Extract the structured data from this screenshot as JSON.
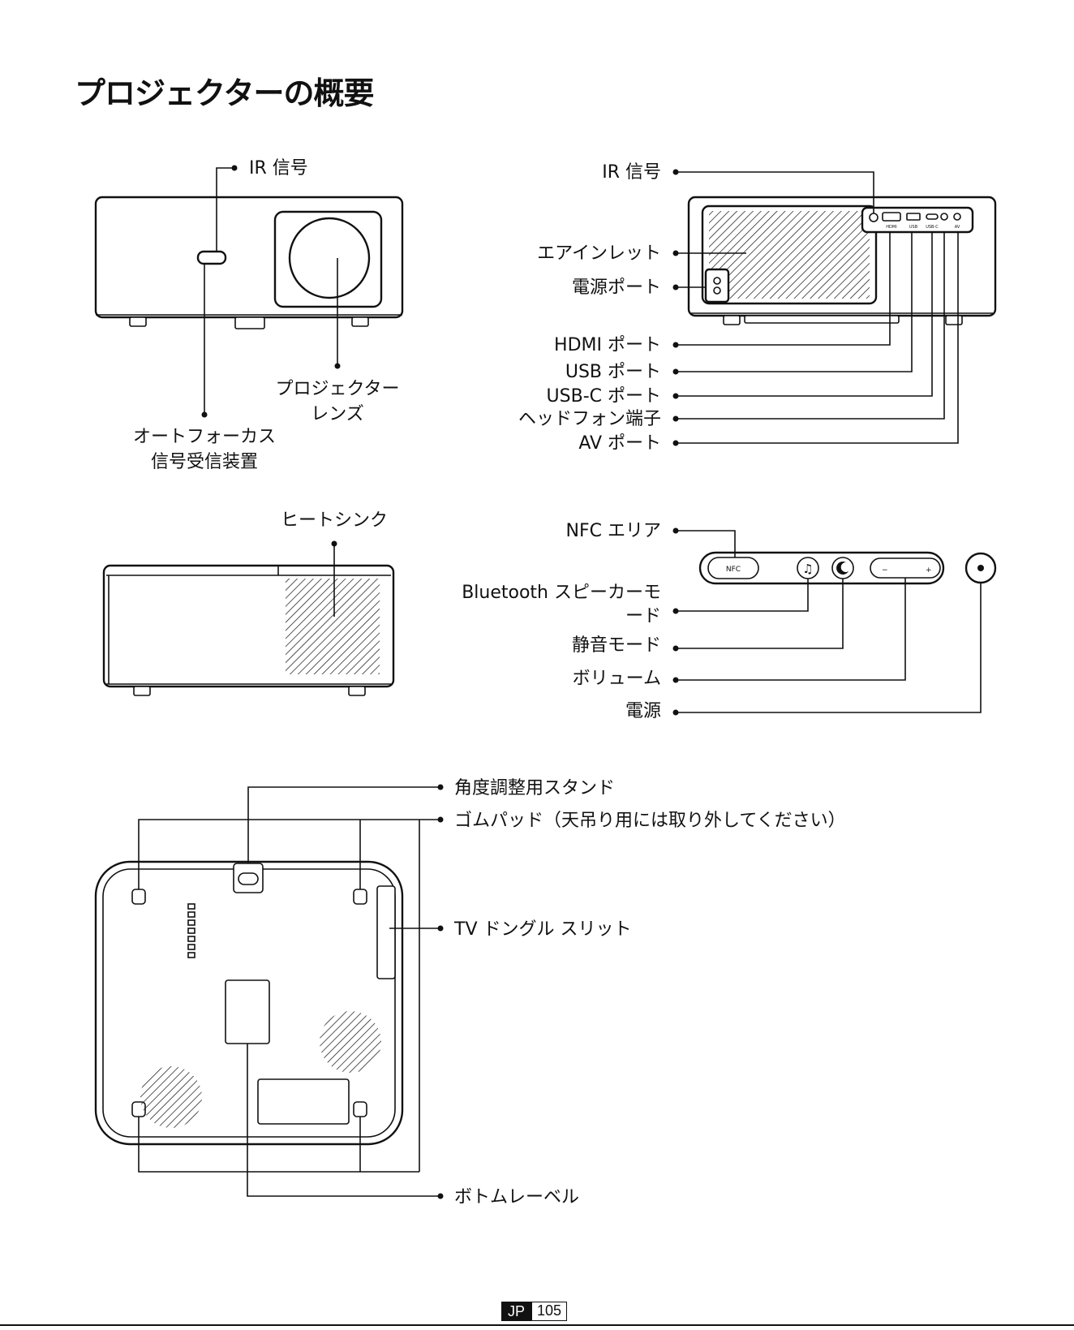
{
  "title": "プロジェクターの概要",
  "front_view": {
    "ir_signal": "IR 信号",
    "autofocus_line1": "オートフォーカス",
    "autofocus_line2": "信号受信装置",
    "lens_line1": "プロジェクター",
    "lens_line2": "レンズ"
  },
  "rear_view": {
    "ir_signal": "IR 信号",
    "air_inlet": "エアインレット",
    "power_port": "電源ポート",
    "hdmi_port": "HDMI ポート",
    "usb_port": "USB ポート",
    "usbc_port": "USB-C ポート",
    "headphone_jack": "ヘッドフォン端子",
    "av_port": "AV ポート",
    "port_marks": [
      "HDMI",
      "USB",
      "USB-C",
      "AV"
    ]
  },
  "side_view": {
    "heat_sink": "ヒートシンク"
  },
  "top_panel": {
    "nfc_area": "NFC エリア",
    "nfc_badge": "NFC",
    "bt_line1": "Bluetooth スピーカーモ",
    "bt_line2": "ード",
    "mute_mode": "静音モード",
    "volume": "ボリューム",
    "power": "電源",
    "minus": "−",
    "plus": "+"
  },
  "bottom_view": {
    "stand": "角度調整用スタンド",
    "rubber_pads": "ゴムパッド（天吊り用には取り外してください）",
    "tv_dongle": "TV ドングル スリット",
    "bottom_label": "ボトムレーベル"
  },
  "page": {
    "lang": "JP",
    "number": "105"
  }
}
